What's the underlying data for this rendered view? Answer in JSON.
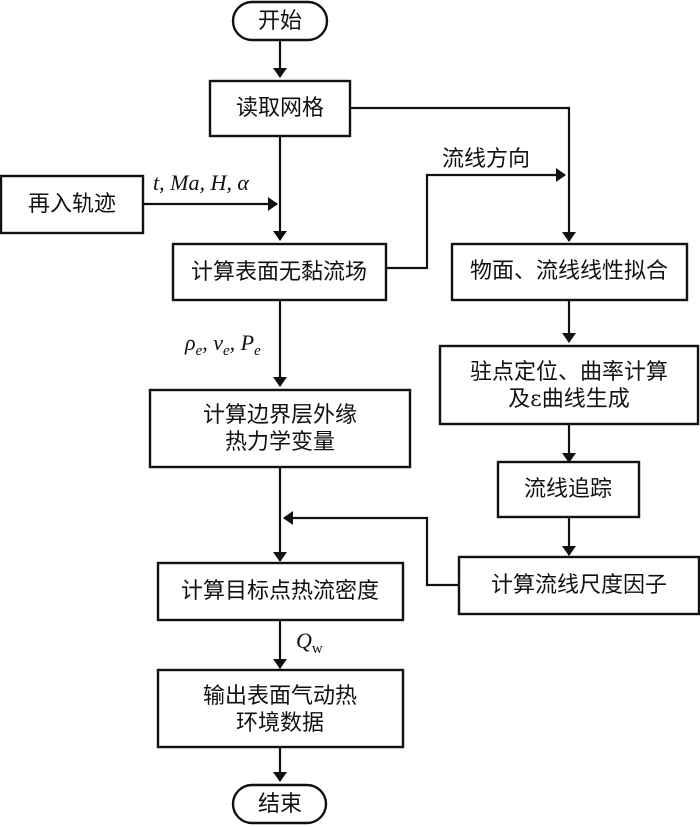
{
  "nodes": {
    "start": "开始",
    "read_grid": "读取网格",
    "reentry": "再入轨迹",
    "inviscid": "计算表面无黏流场",
    "surface_fit": "物面、流线线性拟合",
    "stagnation_1": "驻点定位、曲率计算",
    "stagnation_2": "及ε曲线生成",
    "trace": "流线追踪",
    "boundary_1": "计算边界层外缘",
    "boundary_2": "热力学变量",
    "scale": "计算流线尺度因子",
    "heatflux": "计算目标点热流密度",
    "output_1": "输出表面气动热",
    "output_2": "环境数据",
    "end": "结束"
  },
  "edge_labels": {
    "trajectory_vars": "t, Ma, H, α",
    "streamline_dir": "流线方向",
    "rho": "ρ",
    "v": "v",
    "p": "P",
    "sub_e": "e",
    "sep": ", ",
    "q": "Q",
    "sub_w": "w"
  }
}
